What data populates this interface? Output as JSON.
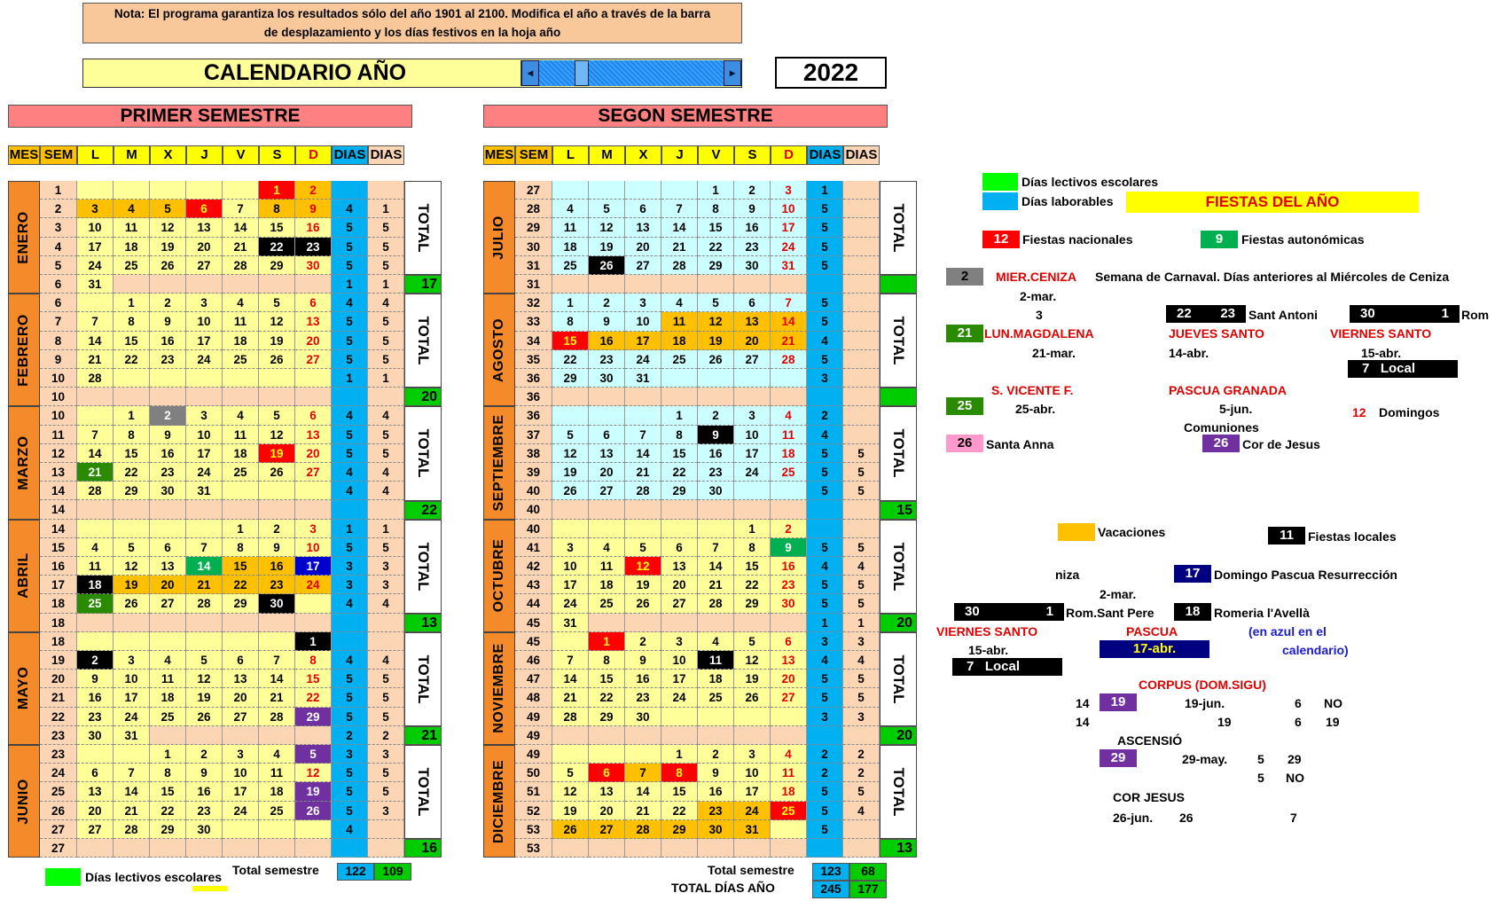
{
  "note": {
    "line1": "Nota: El programa garantiza los resultados sólo del año 1901 al 2100. Modifica el año a través de la barra",
    "line2": "de desplazamiento y los días festivos en la hoja año"
  },
  "title": "CALENDARIO AÑO",
  "year": "2022",
  "scroll": {
    "left": "◂",
    "right": "▸"
  },
  "sem1": "PRIMER SEMESTRE",
  "sem2": "SEGON SEMESTRE",
  "headers": [
    "MES",
    "SEM",
    "L",
    "M",
    "X",
    "J",
    "V",
    "S",
    "D",
    "DIAS",
    "DIAS"
  ],
  "colors": {
    "nac": "#ff0000",
    "auto": "#00b050",
    "black": "#000000",
    "purple": "#7030a0",
    "blue": "#0000cc",
    "orange": "#ffc000",
    "green": "#00ff00",
    "sky": "#00b0f0",
    "pink": "#ff99cc",
    "grey": "#808080",
    "darkgreen": "#2a8a00",
    "yellow": "#ffff99",
    "pale": "#f8c89b",
    "lightblue": "#ccffff"
  },
  "months": [
    {
      "name": "ENERO",
      "weeks": [
        "1",
        "2",
        "3",
        "4",
        "5",
        "6"
      ],
      "days": [
        [
          "",
          "",
          "",
          "",
          "",
          "1",
          "2"
        ],
        [
          "3",
          "4",
          "5",
          "6",
          "7",
          "8",
          "9"
        ],
        [
          "10",
          "11",
          "12",
          "13",
          "14",
          "15",
          "16"
        ],
        [
          "17",
          "18",
          "19",
          "20",
          "21",
          "22",
          "23"
        ],
        [
          "24",
          "25",
          "26",
          "27",
          "28",
          "29",
          "30"
        ],
        [
          "31",
          "",
          "",
          "",
          "",
          "",
          ""
        ]
      ],
      "d1": [
        "",
        "4",
        "5",
        "5",
        "5",
        "1"
      ],
      "d2": [
        "",
        "1",
        "5",
        "5",
        "5",
        "1"
      ],
      "total": "17",
      "marks": {
        "0-5": "nac",
        "0-6": "orange",
        "1-0": "orange",
        "1-1": "orange",
        "1-2": "orange",
        "1-3": "nac",
        "1-5": "orange",
        "1-6": "orange",
        "3-5": "black",
        "3-6": "black"
      }
    },
    {
      "name": "FEBRERO",
      "weeks": [
        "6",
        "7",
        "8",
        "9",
        "10",
        "10"
      ],
      "days": [
        [
          "",
          "1",
          "2",
          "3",
          "4",
          "5",
          "6"
        ],
        [
          "7",
          "8",
          "9",
          "10",
          "11",
          "12",
          "13"
        ],
        [
          "14",
          "15",
          "16",
          "17",
          "18",
          "19",
          "20"
        ],
        [
          "21",
          "22",
          "23",
          "24",
          "25",
          "26",
          "27"
        ],
        [
          "28",
          "",
          "",
          "",
          "",
          "",
          ""
        ],
        [
          "",
          "",
          "",
          "",
          "",
          "",
          ""
        ]
      ],
      "d1": [
        "4",
        "5",
        "5",
        "5",
        "1",
        ""
      ],
      "d2": [
        "4",
        "5",
        "5",
        "5",
        "1",
        ""
      ],
      "total": "20",
      "marks": {}
    },
    {
      "name": "MARZO",
      "weeks": [
        "10",
        "11",
        "12",
        "13",
        "14",
        "14"
      ],
      "days": [
        [
          "",
          "1",
          "2",
          "3",
          "4",
          "5",
          "6"
        ],
        [
          "7",
          "8",
          "9",
          "10",
          "11",
          "12",
          "13"
        ],
        [
          "14",
          "15",
          "16",
          "17",
          "18",
          "19",
          "20"
        ],
        [
          "21",
          "22",
          "23",
          "24",
          "25",
          "26",
          "27"
        ],
        [
          "28",
          "29",
          "30",
          "31",
          "",
          "",
          ""
        ],
        [
          "",
          "",
          "",
          "",
          "",
          "",
          ""
        ]
      ],
      "d1": [
        "4",
        "5",
        "5",
        "4",
        "4",
        ""
      ],
      "d2": [
        "4",
        "5",
        "5",
        "4",
        "4",
        ""
      ],
      "total": "22",
      "marks": {
        "0-2": "grey",
        "2-5": "nac",
        "3-0": "darkgreen"
      }
    },
    {
      "name": "ABRIL",
      "weeks": [
        "14",
        "15",
        "16",
        "17",
        "18",
        "18"
      ],
      "days": [
        [
          "",
          "",
          "",
          "",
          "1",
          "2",
          "3"
        ],
        [
          "4",
          "5",
          "6",
          "7",
          "8",
          "9",
          "10"
        ],
        [
          "11",
          "12",
          "13",
          "14",
          "15",
          "16",
          "17"
        ],
        [
          "18",
          "19",
          "20",
          "21",
          "22",
          "23",
          "24"
        ],
        [
          "25",
          "26",
          "27",
          "28",
          "29",
          "30",
          ""
        ],
        [
          "",
          "",
          "",
          "",
          "",
          "",
          ""
        ]
      ],
      "d1": [
        "1",
        "5",
        "3",
        "3",
        "4",
        ""
      ],
      "d2": [
        "1",
        "5",
        "3",
        "3",
        "4",
        ""
      ],
      "total": "13",
      "marks": {
        "2-3": "auto",
        "2-4": "orange",
        "2-5": "orange",
        "2-6": "blue",
        "3-0": "black",
        "3-1": "orange",
        "3-2": "orange",
        "3-3": "orange",
        "3-4": "orange",
        "3-5": "orange",
        "3-6": "orange",
        "4-0": "darkgreen",
        "4-5": "black"
      }
    },
    {
      "name": "MAYO",
      "weeks": [
        "18",
        "19",
        "20",
        "21",
        "22",
        "23"
      ],
      "days": [
        [
          "",
          "",
          "",
          "",
          "",
          "",
          "1"
        ],
        [
          "2",
          "3",
          "4",
          "5",
          "6",
          "7",
          "8"
        ],
        [
          "9",
          "10",
          "11",
          "12",
          "13",
          "14",
          "15"
        ],
        [
          "16",
          "17",
          "18",
          "19",
          "20",
          "21",
          "22"
        ],
        [
          "23",
          "24",
          "25",
          "26",
          "27",
          "28",
          "29"
        ],
        [
          "30",
          "31",
          "",
          "",
          "",
          "",
          ""
        ]
      ],
      "d1": [
        "",
        "4",
        "5",
        "5",
        "5",
        "2"
      ],
      "d2": [
        "",
        "4",
        "5",
        "5",
        "5",
        "2"
      ],
      "total": "21",
      "marks": {
        "0-6": "black",
        "1-0": "black",
        "4-6": "purple"
      }
    },
    {
      "name": "JUNIO",
      "weeks": [
        "23",
        "24",
        "25",
        "26",
        "27",
        "27"
      ],
      "days": [
        [
          "",
          "",
          "1",
          "2",
          "3",
          "4",
          "5"
        ],
        [
          "6",
          "7",
          "8",
          "9",
          "10",
          "11",
          "12"
        ],
        [
          "13",
          "14",
          "15",
          "16",
          "17",
          "18",
          "19"
        ],
        [
          "20",
          "21",
          "22",
          "23",
          "24",
          "25",
          "26"
        ],
        [
          "27",
          "28",
          "29",
          "30",
          "",
          "",
          ""
        ],
        [
          "",
          "",
          "",
          "",
          "",
          "",
          ""
        ]
      ],
      "d1": [
        "3",
        "5",
        "5",
        "5",
        "4",
        ""
      ],
      "d2": [
        "3",
        "5",
        "5",
        "3",
        "",
        ""
      ],
      "total": "16",
      "marks": {
        "0-6": "purple",
        "2-6": "purple",
        "3-6": "purple"
      }
    },
    {
      "name": "JULIO",
      "weeks": [
        "27",
        "28",
        "29",
        "30",
        "31",
        "31"
      ],
      "days": [
        [
          "",
          "",
          "",
          "",
          "1",
          "2",
          "3"
        ],
        [
          "4",
          "5",
          "6",
          "7",
          "8",
          "9",
          "10"
        ],
        [
          "11",
          "12",
          "13",
          "14",
          "15",
          "16",
          "17"
        ],
        [
          "18",
          "19",
          "20",
          "21",
          "22",
          "23",
          "24"
        ],
        [
          "25",
          "26",
          "27",
          "28",
          "29",
          "30",
          "31"
        ],
        [
          "",
          "",
          "",
          "",
          "",
          "",
          ""
        ]
      ],
      "d1": [
        "1",
        "5",
        "5",
        "5",
        "5",
        ""
      ],
      "d2": [
        "",
        "",
        "",
        "",
        "",
        ""
      ],
      "total": "",
      "marks": {
        "4-1": "black"
      }
    },
    {
      "name": "AGOSTO",
      "weeks": [
        "32",
        "33",
        "34",
        "35",
        "36",
        "36"
      ],
      "days": [
        [
          "1",
          "2",
          "3",
          "4",
          "5",
          "6",
          "7"
        ],
        [
          "8",
          "9",
          "10",
          "11",
          "12",
          "13",
          "14"
        ],
        [
          "15",
          "16",
          "17",
          "18",
          "19",
          "20",
          "21"
        ],
        [
          "22",
          "23",
          "24",
          "25",
          "26",
          "27",
          "28"
        ],
        [
          "29",
          "30",
          "31",
          "",
          "",
          "",
          ""
        ],
        [
          "",
          "",
          "",
          "",
          "",
          "",
          ""
        ]
      ],
      "d1": [
        "5",
        "5",
        "4",
        "5",
        "3",
        ""
      ],
      "d2": [
        "",
        "",
        "",
        "",
        "",
        ""
      ],
      "total": "",
      "marks": {
        "1-3": "orange",
        "1-4": "orange",
        "1-5": "orange",
        "1-6": "orange",
        "2-0": "nac",
        "2-1": "orange",
        "2-2": "orange",
        "2-3": "orange",
        "2-4": "orange",
        "2-5": "orange",
        "2-6": "orange"
      }
    },
    {
      "name": "SEPTIEMBRE",
      "weeks": [
        "36",
        "37",
        "38",
        "39",
        "40",
        "40"
      ],
      "days": [
        [
          "",
          "",
          "",
          "1",
          "2",
          "3",
          "4"
        ],
        [
          "5",
          "6",
          "7",
          "8",
          "9",
          "10",
          "11"
        ],
        [
          "12",
          "13",
          "14",
          "15",
          "16",
          "17",
          "18"
        ],
        [
          "19",
          "20",
          "21",
          "22",
          "23",
          "24",
          "25"
        ],
        [
          "26",
          "27",
          "28",
          "29",
          "30",
          "",
          ""
        ],
        [
          "",
          "",
          "",
          "",
          "",
          "",
          ""
        ]
      ],
      "d1": [
        "2",
        "4",
        "5",
        "5",
        "5",
        ""
      ],
      "d2": [
        "",
        "",
        "5",
        "5",
        "5",
        ""
      ],
      "total": "15",
      "marks": {
        "1-4": "black"
      }
    },
    {
      "name": "OCTUBRE",
      "weeks": [
        "40",
        "41",
        "42",
        "43",
        "44",
        "45"
      ],
      "days": [
        [
          "",
          "",
          "",
          "",
          "",
          "1",
          "2"
        ],
        [
          "3",
          "4",
          "5",
          "6",
          "7",
          "8",
          "9"
        ],
        [
          "10",
          "11",
          "12",
          "13",
          "14",
          "15",
          "16"
        ],
        [
          "17",
          "18",
          "19",
          "20",
          "21",
          "22",
          "23"
        ],
        [
          "24",
          "25",
          "26",
          "27",
          "28",
          "29",
          "30"
        ],
        [
          "31",
          "",
          "",
          "",
          "",
          "",
          ""
        ]
      ],
      "d1": [
        "",
        "5",
        "4",
        "5",
        "5",
        "1"
      ],
      "d2": [
        "",
        "5",
        "4",
        "5",
        "5",
        "1"
      ],
      "total": "20",
      "marks": {
        "1-6": "auto",
        "2-2": "nac"
      }
    },
    {
      "name": "NOVIEMBRE",
      "weeks": [
        "45",
        "46",
        "47",
        "48",
        "49",
        "49"
      ],
      "days": [
        [
          "",
          "1",
          "2",
          "3",
          "4",
          "5",
          "6"
        ],
        [
          "7",
          "8",
          "9",
          "10",
          "11",
          "12",
          "13"
        ],
        [
          "14",
          "15",
          "16",
          "17",
          "18",
          "19",
          "20"
        ],
        [
          "21",
          "22",
          "23",
          "24",
          "25",
          "26",
          "27"
        ],
        [
          "28",
          "29",
          "30",
          "",
          "",
          "",
          ""
        ],
        [
          "",
          "",
          "",
          "",
          "",
          "",
          ""
        ]
      ],
      "d1": [
        "3",
        "4",
        "5",
        "5",
        "3",
        ""
      ],
      "d2": [
        "3",
        "4",
        "5",
        "5",
        "3",
        ""
      ],
      "total": "20",
      "marks": {
        "0-1": "nac",
        "1-4": "black"
      }
    },
    {
      "name": "DICIEMBRE",
      "weeks": [
        "49",
        "50",
        "51",
        "52",
        "53",
        "53"
      ],
      "days": [
        [
          "",
          "",
          "",
          "1",
          "2",
          "3",
          "4"
        ],
        [
          "5",
          "6",
          "7",
          "8",
          "9",
          "10",
          "11"
        ],
        [
          "12",
          "13",
          "14",
          "15",
          "16",
          "17",
          "18"
        ],
        [
          "19",
          "20",
          "21",
          "22",
          "23",
          "24",
          "25"
        ],
        [
          "26",
          "27",
          "28",
          "29",
          "30",
          "31",
          ""
        ],
        [
          "",
          "",
          "",
          "",
          "",
          "",
          ""
        ]
      ],
      "d1": [
        "2",
        "2",
        "5",
        "5",
        "5",
        ""
      ],
      "d2": [
        "2",
        "2",
        "5",
        "4",
        "",
        ""
      ],
      "total": "13",
      "marks": {
        "1-1": "nac",
        "1-2": "orange",
        "1-3": "nac",
        "3-4": "orange",
        "3-5": "orange",
        "3-6": "nac",
        "4-0": "orange",
        "4-1": "orange",
        "4-2": "orange",
        "4-3": "orange",
        "4-4": "orange",
        "4-5": "orange"
      }
    }
  ],
  "sem1_total": {
    "label": "Total semestre",
    "a": "122",
    "b": "109"
  },
  "sem2_total": {
    "label": "Total semestre",
    "a": "123",
    "b": "68"
  },
  "year_total": {
    "label": "TOTAL DÍAS AÑO",
    "a": "245",
    "b": "177"
  },
  "bottom_legend": "Días lectivos escolares",
  "total_label": "TOTAL",
  "legend": {
    "lectivos": "Días lectivos escolares",
    "laborables": "Días laborables",
    "fiestas": "FIESTAS  DEL AÑO",
    "n12": "12",
    "nacionales": "Fiestas nacionales",
    "n9": "9",
    "autonomicas": "Fiestas autonómicas",
    "n2": "2",
    "ceniza": "MIER.CENIZA",
    "carnaval": "Semana de Carnaval. Días anteriores al Miércoles de Ceniza",
    "ceniza_date": "2-mar.",
    "n3": "3",
    "a22": "22",
    "a23": "23",
    "antoni": "Sant Antoni",
    "r30": "30",
    "r1": "1",
    "rom": "Rom",
    "n21": "21",
    "magdalena": "LUN.MAGDALENA",
    "mag_date": "21-mar.",
    "jueves": "JUEVES SANTO",
    "jueves_date": "14-abr.",
    "viernes": "VIERNES SANTO",
    "viernes_date": "15-abr.",
    "v7": "7",
    "local": "Local",
    "n25": "25",
    "vicente": "S. VICENTE F.",
    "vicente_date": "25-abr.",
    "pascua_g": "PASCUA GRANADA",
    "pascua_g_date": "5-jun.",
    "comuniones": "Comuniones",
    "n12b": "12",
    "domingos": "Domingos",
    "n26": "26",
    "anna": "Santa Anna",
    "n26b": "26",
    "corjesus": "Cor de Jesus",
    "vacaciones": "Vacaciones",
    "n11": "11",
    "locales": "Fiestas locales",
    "niza": "niza",
    "n17": "17",
    "resurreccion": "Domingo Pascua Resurrección",
    "date2": "2-mar.",
    "p30": "30",
    "p1": "1",
    "santpere": "Rom.Sant Pere",
    "n18": "18",
    "avella": "Romeria l'Avellà",
    "viernes2": "VIERNES SANTO",
    "viernes2_date": "15-abr.",
    "pascua": "PASCUA",
    "pascua_date": "17-abr.",
    "azul": "(en azul en el",
    "azul2": "calendario)",
    "v7b": "7",
    "local2": "Local",
    "corpus": "CORPUS (DOM.SIGU)",
    "c14": "14",
    "c19": "19",
    "c19date": "19-jun.",
    "c6": "6",
    "cno": "NO",
    "c14b": "14",
    "c19b": "19",
    "c6b": "6",
    "c19c": "19",
    "ascensio": "ASCENSIÓ",
    "a29": "29",
    "a29date": "29-may.",
    "a5": "5",
    "a29b": "29",
    "a5b": "5",
    "ano": "NO",
    "cor": "COR JESUS",
    "cor_date": "26-jun.",
    "cor26": "26",
    "cor7": "7"
  }
}
